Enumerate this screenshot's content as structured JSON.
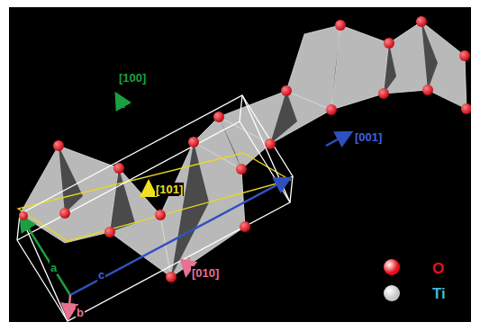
{
  "diagram": {
    "labels": [
      "[100]",
      "[101]",
      "[001]",
      "[010]",
      "a",
      "c",
      "b"
    ],
    "legend": [
      {
        "text": "O",
        "color": "#e8101a"
      },
      {
        "text": "Ti",
        "color": "#c8c8c8"
      }
    ]
  }
}
